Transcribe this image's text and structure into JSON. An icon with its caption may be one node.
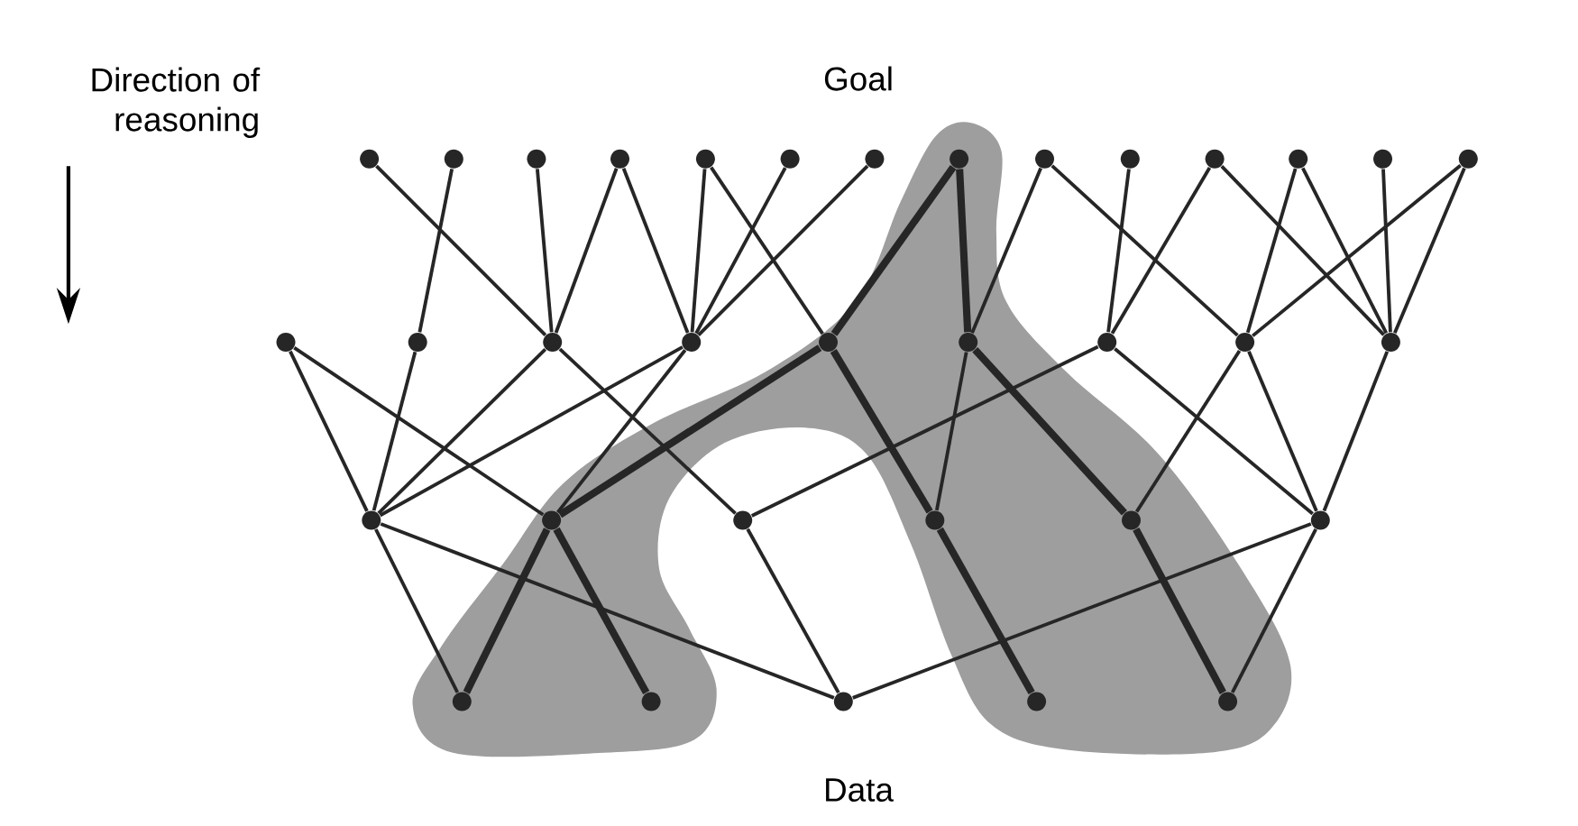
{
  "diagram": {
    "nodes": [
      {
        "text": [],
        "shape": "circle"
      },
      {
        "text": [],
        "shape": "circle"
      },
      {
        "text": [],
        "shape": "circle"
      },
      {
        "text": [],
        "shape": "circle"
      },
      {
        "text": [],
        "shape": "circle"
      },
      {
        "text": [],
        "shape": "circle"
      },
      {
        "text": [],
        "shape": "circle"
      },
      {
        "text": [],
        "shape": "circle"
      },
      {
        "text": [],
        "shape": "circle"
      },
      {
        "text": [],
        "shape": "circle"
      },
      {
        "text": [],
        "shape": "circle"
      },
      {
        "text": [],
        "shape": "circle"
      },
      {
        "text": [],
        "shape": "circle"
      },
      {
        "text": [],
        "shape": "circle"
      },
      {
        "text": [],
        "shape": "circle"
      },
      {
        "text": [],
        "shape": "circle"
      },
      {
        "text": [],
        "shape": "circle"
      },
      {
        "text": [],
        "shape": "circle"
      },
      {
        "text": [],
        "shape": "circle"
      },
      {
        "text": [],
        "shape": "circle"
      },
      {
        "text": [],
        "shape": "circle"
      },
      {
        "text": [],
        "shape": "circle"
      },
      {
        "text": [],
        "shape": "circle"
      },
      {
        "text": [],
        "shape": "circle"
      },
      {
        "text": [],
        "shape": "circle"
      },
      {
        "text": [],
        "shape": "circle"
      },
      {
        "text": [],
        "shape": "circle"
      },
      {
        "text": [],
        "shape": "circle"
      },
      {
        "text": [],
        "shape": "circle"
      },
      {
        "text": [],
        "shape": "circle"
      },
      {
        "text": [],
        "shape": "circle"
      },
      {
        "text": [],
        "shape": "circle"
      },
      {
        "text": [],
        "shape": "circle"
      },
      {
        "text": [],
        "shape": "circle"
      }
    ],
    "edges": [
      {
        "from": 0,
        "to": 16,
        "arrow": "none"
      },
      {
        "from": 1,
        "to": 15,
        "arrow": "none"
      },
      {
        "from": 2,
        "to": 16,
        "arrow": "none"
      },
      {
        "from": 3,
        "to": 16,
        "arrow": "none"
      },
      {
        "from": 3,
        "to": 17,
        "arrow": "none"
      },
      {
        "from": 4,
        "to": 17,
        "arrow": "none"
      },
      {
        "from": 4,
        "to": 18,
        "arrow": "none"
      },
      {
        "from": 5,
        "to": 17,
        "arrow": "none"
      },
      {
        "from": 6,
        "to": 17,
        "arrow": "none"
      },
      {
        "from": 7,
        "to": 18,
        "arrow": "none",
        "style": "thick"
      },
      {
        "from": 7,
        "to": 19,
        "arrow": "none",
        "style": "thick"
      },
      {
        "from": 8,
        "to": 19,
        "arrow": "none"
      },
      {
        "from": 8,
        "to": 21,
        "arrow": "none"
      },
      {
        "from": 9,
        "to": 20,
        "arrow": "none"
      },
      {
        "from": 10,
        "to": 20,
        "arrow": "none"
      },
      {
        "from": 10,
        "to": 22,
        "arrow": "none"
      },
      {
        "from": 11,
        "to": 21,
        "arrow": "none"
      },
      {
        "from": 11,
        "to": 22,
        "arrow": "none"
      },
      {
        "from": 12,
        "to": 22,
        "arrow": "none"
      },
      {
        "from": 13,
        "to": 21,
        "arrow": "none"
      },
      {
        "from": 13,
        "to": 22,
        "arrow": "none"
      },
      {
        "from": 14,
        "to": 23,
        "arrow": "none"
      },
      {
        "from": 14,
        "to": 24,
        "arrow": "none"
      },
      {
        "from": 15,
        "to": 23,
        "arrow": "none"
      },
      {
        "from": 16,
        "to": 23,
        "arrow": "none"
      },
      {
        "from": 16,
        "to": 25,
        "arrow": "none"
      },
      {
        "from": 17,
        "to": 23,
        "arrow": "none"
      },
      {
        "from": 17,
        "to": 24,
        "arrow": "none"
      },
      {
        "from": 18,
        "to": 24,
        "arrow": "none",
        "style": "thick"
      },
      {
        "from": 18,
        "to": 26,
        "arrow": "none",
        "style": "thick"
      },
      {
        "from": 19,
        "to": 26,
        "arrow": "none"
      },
      {
        "from": 19,
        "to": 27,
        "arrow": "none",
        "style": "thick"
      },
      {
        "from": 20,
        "to": 25,
        "arrow": "none"
      },
      {
        "from": 20,
        "to": 28,
        "arrow": "none"
      },
      {
        "from": 21,
        "to": 27,
        "arrow": "none"
      },
      {
        "from": 21,
        "to": 28,
        "arrow": "none"
      },
      {
        "from": 22,
        "to": 28,
        "arrow": "none"
      },
      {
        "from": 23,
        "to": 29,
        "arrow": "none"
      },
      {
        "from": 23,
        "to": 31,
        "arrow": "none"
      },
      {
        "from": 24,
        "to": 29,
        "arrow": "none",
        "style": "thick"
      },
      {
        "from": 24,
        "to": 30,
        "arrow": "none",
        "style": "thick"
      },
      {
        "from": 25,
        "to": 31,
        "arrow": "none"
      },
      {
        "from": 26,
        "to": 32,
        "arrow": "none",
        "style": "thick"
      },
      {
        "from": 27,
        "to": 33,
        "arrow": "none",
        "style": "thick"
      },
      {
        "from": 28,
        "to": 31,
        "arrow": "none"
      },
      {
        "from": 28,
        "to": 33,
        "arrow": "none"
      }
    ],
    "labels": [
      "Direction of reasoning",
      "Goal",
      "Data"
    ]
  }
}
